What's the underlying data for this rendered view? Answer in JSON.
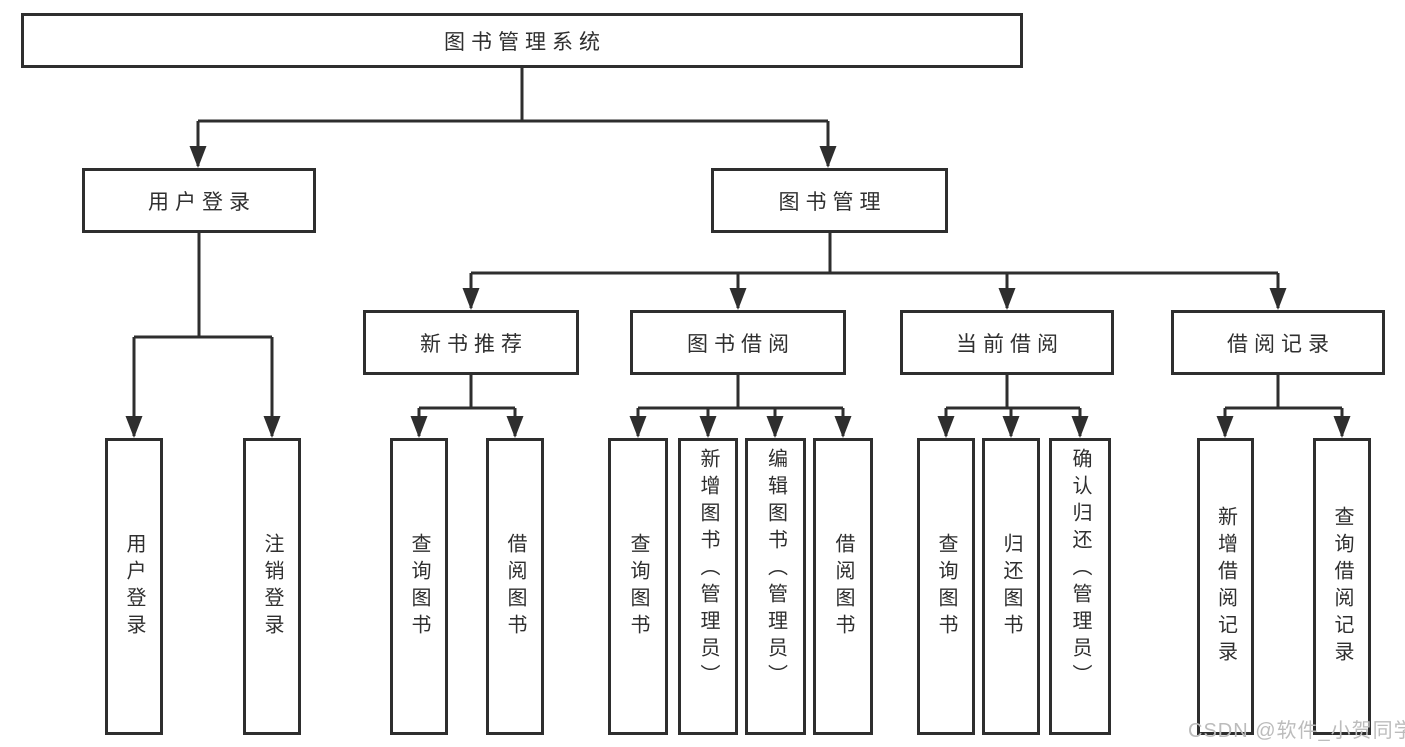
{
  "diagram_type": "tree-hierarchy",
  "colors": {
    "background": "#ffffff",
    "box_border": "#2e2e2e",
    "connector_line": "#2e2e2e",
    "text": "#2f2f2f",
    "watermark_text": "#bcbcbc"
  },
  "nodes": {
    "root": "图书管理系统",
    "user_login": "用户登录",
    "book_management": "图书管理",
    "new_book_recommend": "新书推荐",
    "book_borrow": "图书借阅",
    "current_borrow": "当前借阅",
    "borrow_records": "借阅记录",
    "leaf_user_login": "用户登录",
    "leaf_logout": "注销登录",
    "leaf_nb_query_books": "查询图书",
    "leaf_nb_borrow_books": "借阅图书",
    "leaf_bb_query_books": "查询图书",
    "leaf_bb_add_books": "新增图书（管理员）",
    "leaf_bb_edit_books": "编辑图书（管理员）",
    "leaf_bb_borrow_books": "借阅图书",
    "leaf_cb_query_books": "查询图书",
    "leaf_cb_return_books": "归还图书",
    "leaf_cb_confirm_return": "确认归还（管理员）",
    "leaf_br_add_record": "新增借阅记录",
    "leaf_br_query_record": "查询借阅记录"
  },
  "watermark": "CSDN @软件_小贺同学"
}
